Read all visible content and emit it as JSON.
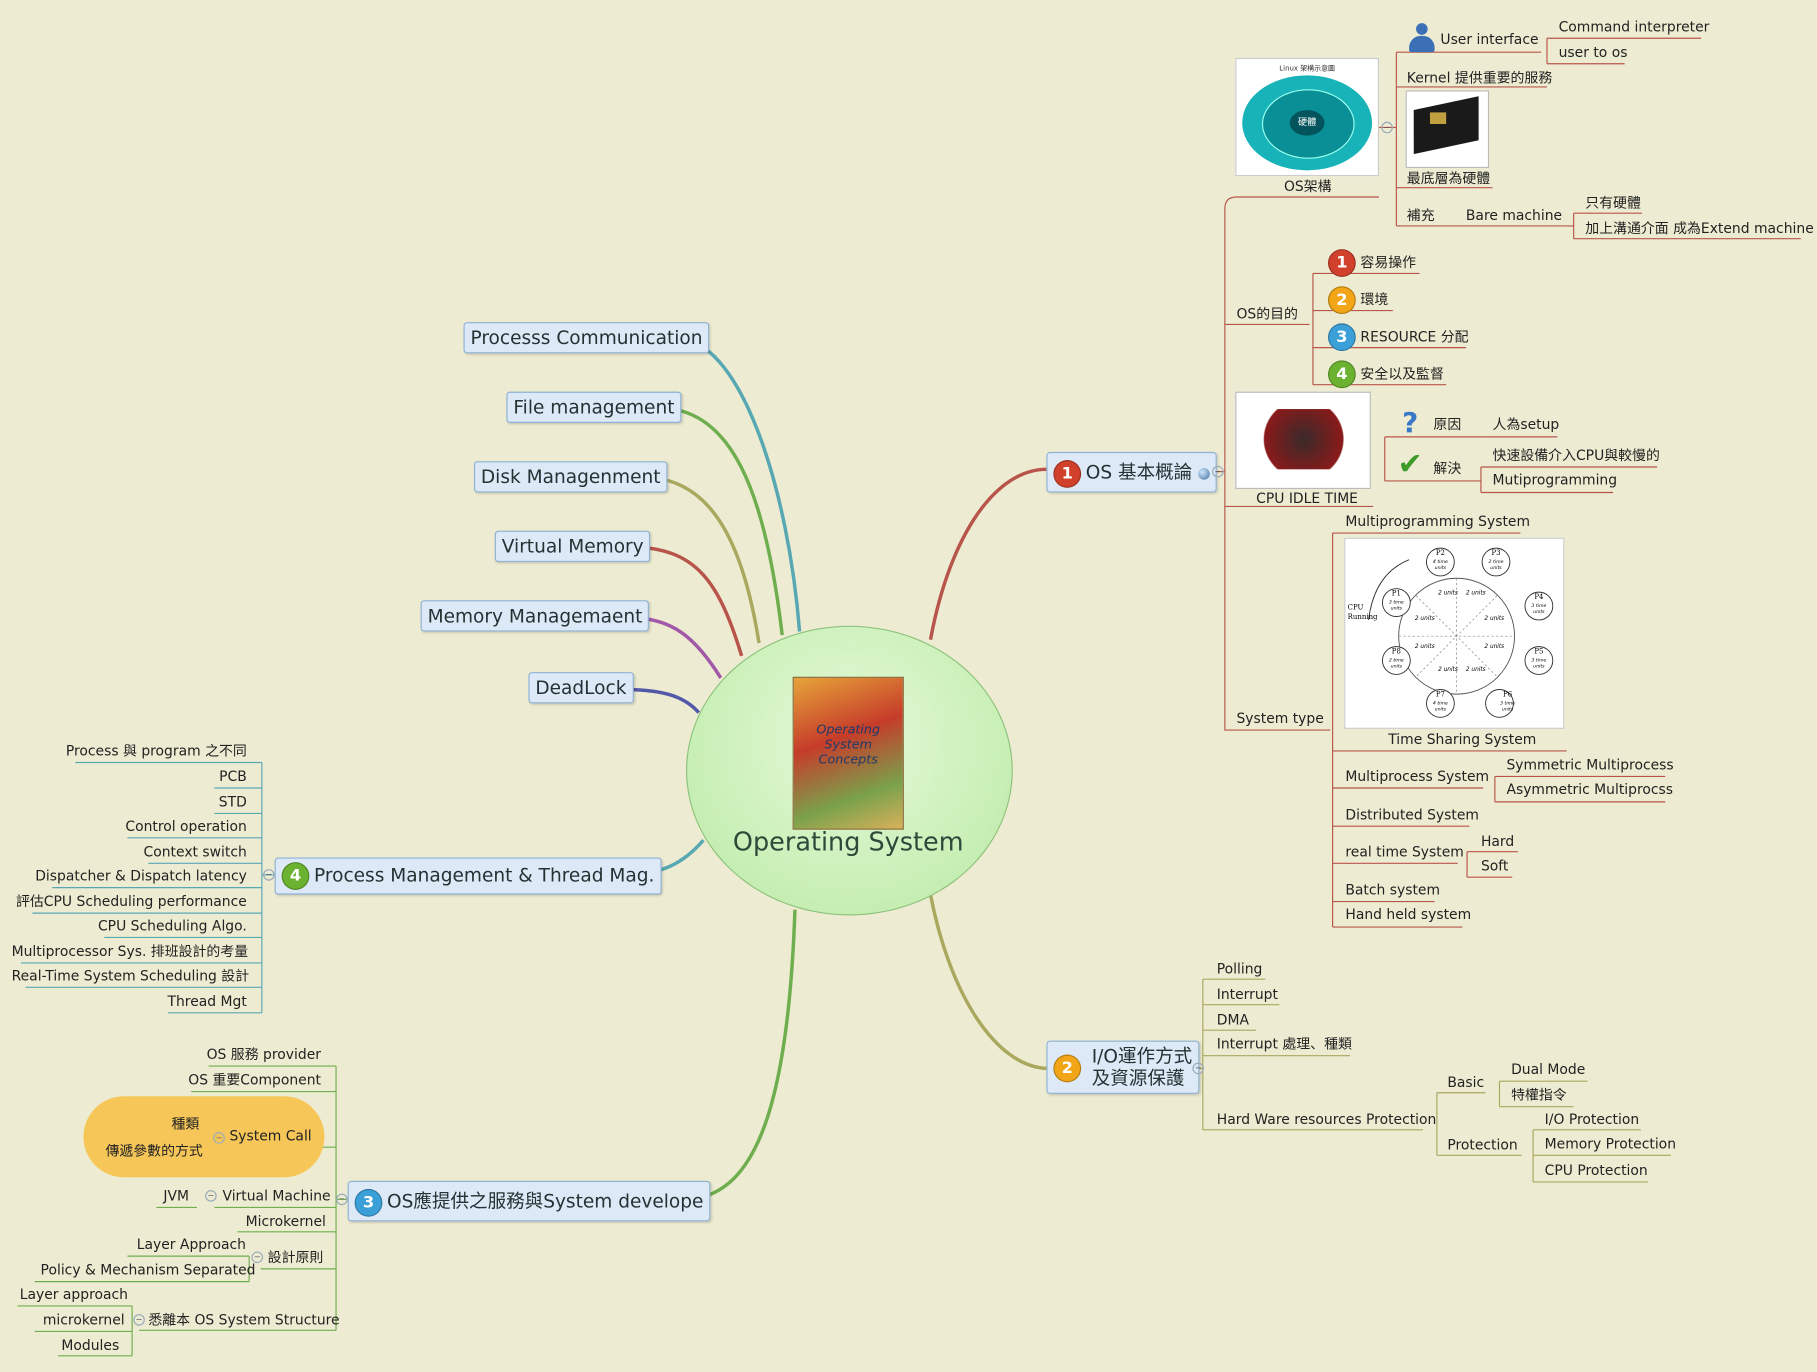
{
  "central": {
    "title": "Operating System",
    "image_label": "Operating System Concepts"
  },
  "left_topics": [
    {
      "id": "comm",
      "label": "Processs Communication"
    },
    {
      "id": "file",
      "label": "File management"
    },
    {
      "id": "disk",
      "label": "Disk Managenment"
    },
    {
      "id": "vm",
      "label": "Virtual Memory"
    },
    {
      "id": "mm",
      "label": "Memory Managemaent"
    },
    {
      "id": "dl",
      "label": "DeadLock"
    }
  ],
  "branch1": {
    "number": "1",
    "label": "OS 基本概論",
    "arch": {
      "caption": "OS架構",
      "img_title": "Linux 架構示意圖",
      "img_center": "硬體",
      "user_interface": "User interface",
      "ui_children": [
        "Command interpreter",
        "user to os"
      ],
      "kernel": "Kernel 提供重要的服務",
      "hardware": "最底層為硬體",
      "supplement": "補充",
      "bare": "Bare machine",
      "bare_children": [
        "只有硬體",
        "加上溝通介面 成為Extend machine"
      ]
    },
    "purpose": {
      "label": "OS的目的",
      "items": [
        {
          "n": "1",
          "text": "容易操作"
        },
        {
          "n": "2",
          "text": "環境"
        },
        {
          "n": "3",
          "text": "RESOURCE 分配"
        },
        {
          "n": "4",
          "text": "安全以及監督"
        }
      ]
    },
    "idle": {
      "caption": "CPU IDLE TIME",
      "reason": "原因",
      "reason_child": "人為setup",
      "solve": "解決",
      "solve_children": [
        "快速設備介入CPU與較慢的",
        "Mutiprogramming"
      ]
    },
    "systype": {
      "label": "System type",
      "multiprog": "Multiprogramming System",
      "timesharing": "Time Sharing System",
      "ts_cpu": "CPU Running",
      "ts_procs": [
        {
          "p": "P1",
          "t": "3 time units"
        },
        {
          "p": "P2",
          "t": "4 time units"
        },
        {
          "p": "P3",
          "t": "2 time units"
        },
        {
          "p": "P4",
          "t": "3 time units"
        },
        {
          "p": "P5",
          "t": "3 time units"
        },
        {
          "p": "P6",
          "t": "3 time units"
        },
        {
          "p": "P7",
          "t": "4 time units"
        },
        {
          "p": "P8",
          "t": "2 time units"
        }
      ],
      "ts_unit": "2 units",
      "multiprocess": "Multiprocess System",
      "mp_children": [
        "Symmetric Multiprocess",
        "Asymmetric Multiprocss"
      ],
      "distributed": "Distributed System",
      "realtime": "real time System",
      "rt_children": [
        "Hard",
        "Soft"
      ],
      "batch": "Batch system",
      "handheld": "Hand held system"
    }
  },
  "branch2": {
    "number": "2",
    "label_line1": "I/O運作方式",
    "label_line2": "及資源保護",
    "items": [
      "Polling",
      "Interrupt",
      "DMA",
      "Interrupt 處理、種類"
    ],
    "hw": "Hard Ware resources Protection",
    "basic": "Basic",
    "basic_children": [
      "Dual Mode",
      "特權指令"
    ],
    "protection": "Protection",
    "protection_children": [
      "I/O Protection",
      "Memory Protection",
      "CPU Protection"
    ]
  },
  "branch3": {
    "number": "3",
    "label": "OS應提供之服務與System develope",
    "items": {
      "provider": "OS 服務 provider",
      "component": "OS 重要Component",
      "syscall": "System Call",
      "syscall_children": [
        "種類",
        "傳遞參數的方式"
      ],
      "vmachine": "Virtual Machine",
      "jvm": "JVM",
      "microkernel": "Microkernel",
      "design": "設計原則",
      "design_children": [
        "Layer Approach",
        "Policy & Mechanism Separated"
      ],
      "structure": "悉離本 OS System Structure",
      "structure_children": [
        "Layer approach",
        "microkernel",
        "Modules"
      ]
    }
  },
  "branch4": {
    "number": "4",
    "label": "Process Management & Thread Mag.",
    "items": [
      "Process 與 program 之不同",
      "PCB",
      "STD",
      "Control operation",
      "Context switch",
      "Dispatcher & Dispatch latency",
      "評估CPU Scheduling performance",
      "CPU Scheduling Algo.",
      "Multiprocessor Sys. 排班設計的考量",
      "Real-Time System Scheduling 設計",
      "Thread Mgt"
    ]
  },
  "colors": {
    "background": "#edecd2",
    "topic_fill": "#dde9f6",
    "topic_border": "#8fb3d6",
    "central_fill": "#c6efb4",
    "cloud": "#f6c659",
    "branch1_wire": "#b8554a",
    "branch2_wire": "#a9a85e",
    "branch3_wire": "#6fae4e",
    "branch4_wire": "#58a8b4"
  }
}
